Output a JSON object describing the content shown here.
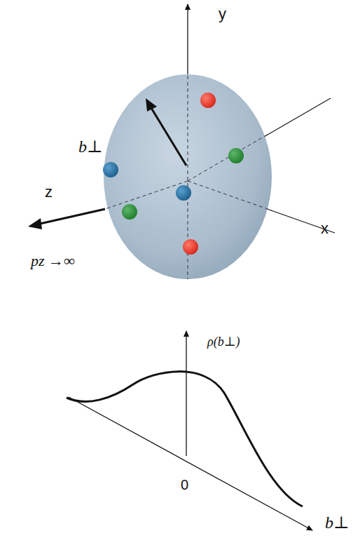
{
  "diagram": {
    "labels": [
      "y",
      "z",
      "x",
      "b⊥",
      "pz →∞",
      "ρ(b⊥)",
      "0",
      "b⊥"
    ]
  }
}
